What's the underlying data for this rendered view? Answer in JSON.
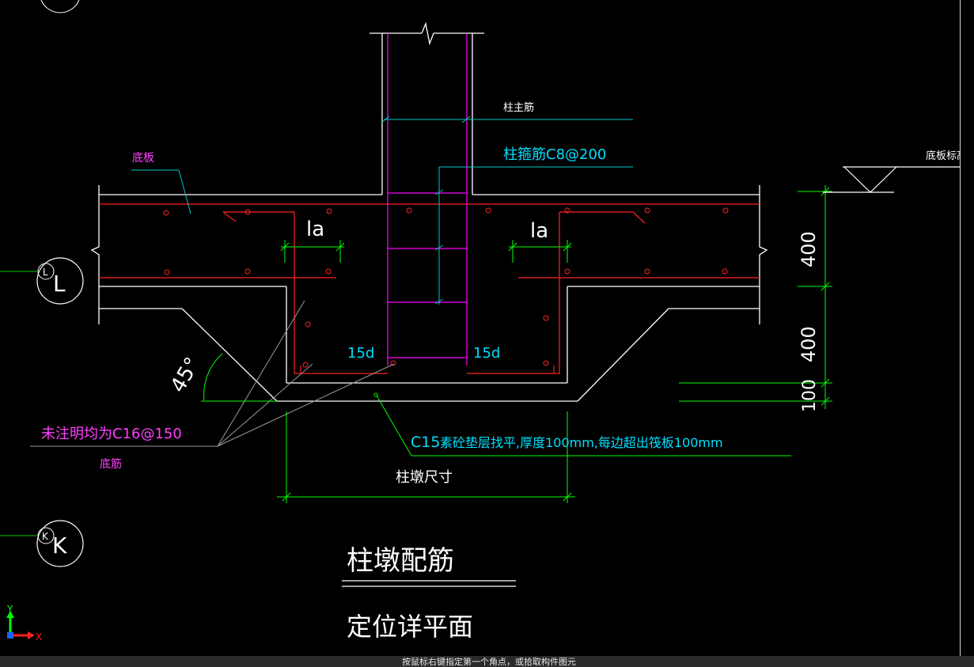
{
  "colors": {
    "background": "#000000",
    "outline": "#ffffff",
    "rebar": "#ff2020",
    "stirrup": "#ff00ff",
    "dimension": "#00ff00",
    "leader": "#00c8c8",
    "annotation": "#ff40ff",
    "grid_line": "#00cc00",
    "cyan_text": "#00e0ff",
    "status_bar": "#2b2b2b"
  },
  "drawing": {
    "labels": {
      "bottom_plate": "底板",
      "bottom_plate_elevation": "底板标高",
      "column_main_bars": "柱主筋",
      "column_stirrups": "柱箍筋C8@200",
      "anchor_left": "la",
      "anchor_right": "la",
      "hook_left": "15d",
      "hook_right": "15d",
      "angle": "45°",
      "rebar_note": "未注明均为C16@150",
      "bottom_bars": "底筋",
      "cushion_note_head": "C15",
      "cushion_note_body": "素砼垫层找平,厚度100mm,每边超出筏板100mm",
      "pier_size": "柱墩尺寸"
    },
    "dimensions": [
      "400",
      "400",
      "100"
    ],
    "title": "柱墩配筋",
    "subtitle": "定位详平面",
    "axis_bubbles": [
      "L",
      "K"
    ],
    "axis_small": [
      "L",
      "K"
    ],
    "ucs": {
      "x": "X",
      "y": "Y"
    }
  },
  "status_bar": {
    "text": "按鼠标右键指定第一个角点，或拾取构件图元"
  }
}
